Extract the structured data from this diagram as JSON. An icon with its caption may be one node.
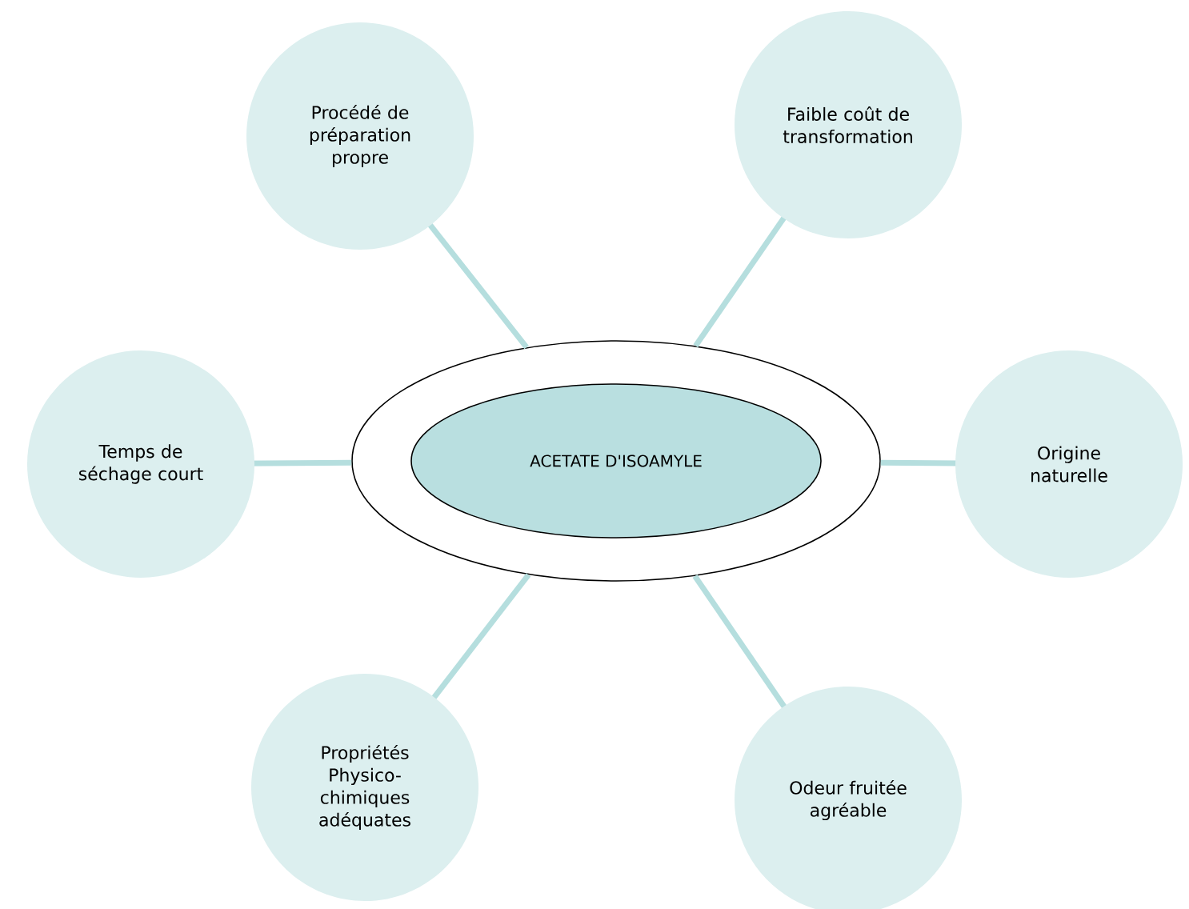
{
  "diagram": {
    "nodes": [
      {
        "text": [],
        "shape": "ellipse"
      },
      {
        "text": [
          "ACETATE D'ISOAMYLE"
        ],
        "in": 0
      },
      {
        "text": [
          "Procédé de préparation propre"
        ]
      },
      {
        "text": [
          "Faible coût de transformation"
        ]
      },
      {
        "text": [
          "Temps de séchage court"
        ]
      },
      {
        "text": [
          "Origine naturelle"
        ]
      },
      {
        "text": [
          "Propriétés Physico-chimiques adéquates"
        ]
      },
      {
        "text": [
          "Odeur fruitée agréable"
        ]
      }
    ],
    "edges": [
      {
        "from": 2,
        "to": 0,
        "arrow": "none"
      },
      {
        "from": 3,
        "to": 0,
        "arrow": "none"
      },
      {
        "from": 4,
        "to": 0,
        "arrow": "none"
      },
      {
        "from": 5,
        "to": 0,
        "arrow": "none"
      },
      {
        "from": 6,
        "to": 0,
        "arrow": "none"
      },
      {
        "from": 7,
        "to": 0,
        "arrow": "none"
      }
    ]
  }
}
